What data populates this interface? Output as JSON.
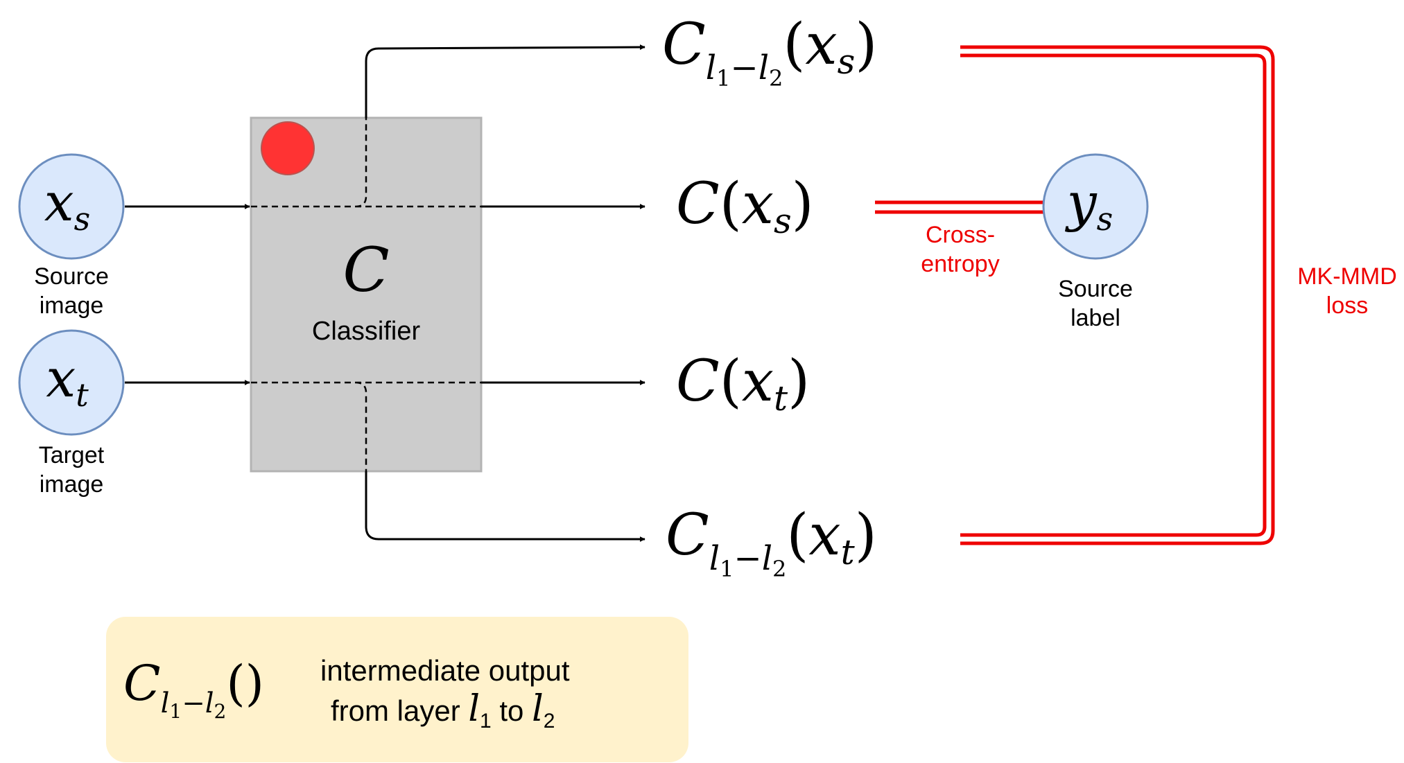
{
  "nodes": {
    "source_input": {
      "var": "x",
      "sub": "s",
      "caption_line1": "Source",
      "caption_line2": "image"
    },
    "target_input": {
      "var": "x",
      "sub": "t",
      "caption_line1": "Target",
      "caption_line2": "image"
    },
    "source_label": {
      "var": "y",
      "sub": "s",
      "caption_line1": "Source",
      "caption_line2": "label"
    }
  },
  "classifier": {
    "symbol": "C",
    "caption": "Classifier"
  },
  "outputs": {
    "inter_source": {
      "fn": "C",
      "sub_a": "l",
      "sub_a_idx": "1",
      "dash": "−",
      "sub_b": "l",
      "sub_b_idx": "2",
      "arg": "x",
      "arg_sub": "s"
    },
    "out_source": {
      "fn": "C",
      "arg": "x",
      "arg_sub": "s"
    },
    "out_target": {
      "fn": "C",
      "arg": "x",
      "arg_sub": "t"
    },
    "inter_target": {
      "fn": "C",
      "sub_a": "l",
      "sub_a_idx": "1",
      "dash": "−",
      "sub_b": "l",
      "sub_b_idx": "2",
      "arg": "x",
      "arg_sub": "t"
    }
  },
  "losses": {
    "cross_entropy_line1": "Cross-",
    "cross_entropy_line2": "entropy",
    "mkmmd_line1": "MK-MMD",
    "mkmmd_line2": "loss"
  },
  "legend": {
    "fn": "C",
    "sub_a": "l",
    "sub_a_idx": "1",
    "dash": "−",
    "sub_b": "l",
    "sub_b_idx": "2",
    "parens": "()",
    "line1": "intermediate output",
    "line2_prefix": "from layer",
    "l_var": "l",
    "idx1": "1",
    "to_word": "to",
    "idx2": "2"
  },
  "colors": {
    "node_fill": "#dae8fc",
    "node_stroke": "#6c8ebf",
    "classifier_fill": "#cccccc",
    "classifier_stroke": "#b3b3b3",
    "indicator_dot": "#ff3333",
    "loss_red": "#ee0000",
    "legend_fill": "#fff2cc"
  }
}
